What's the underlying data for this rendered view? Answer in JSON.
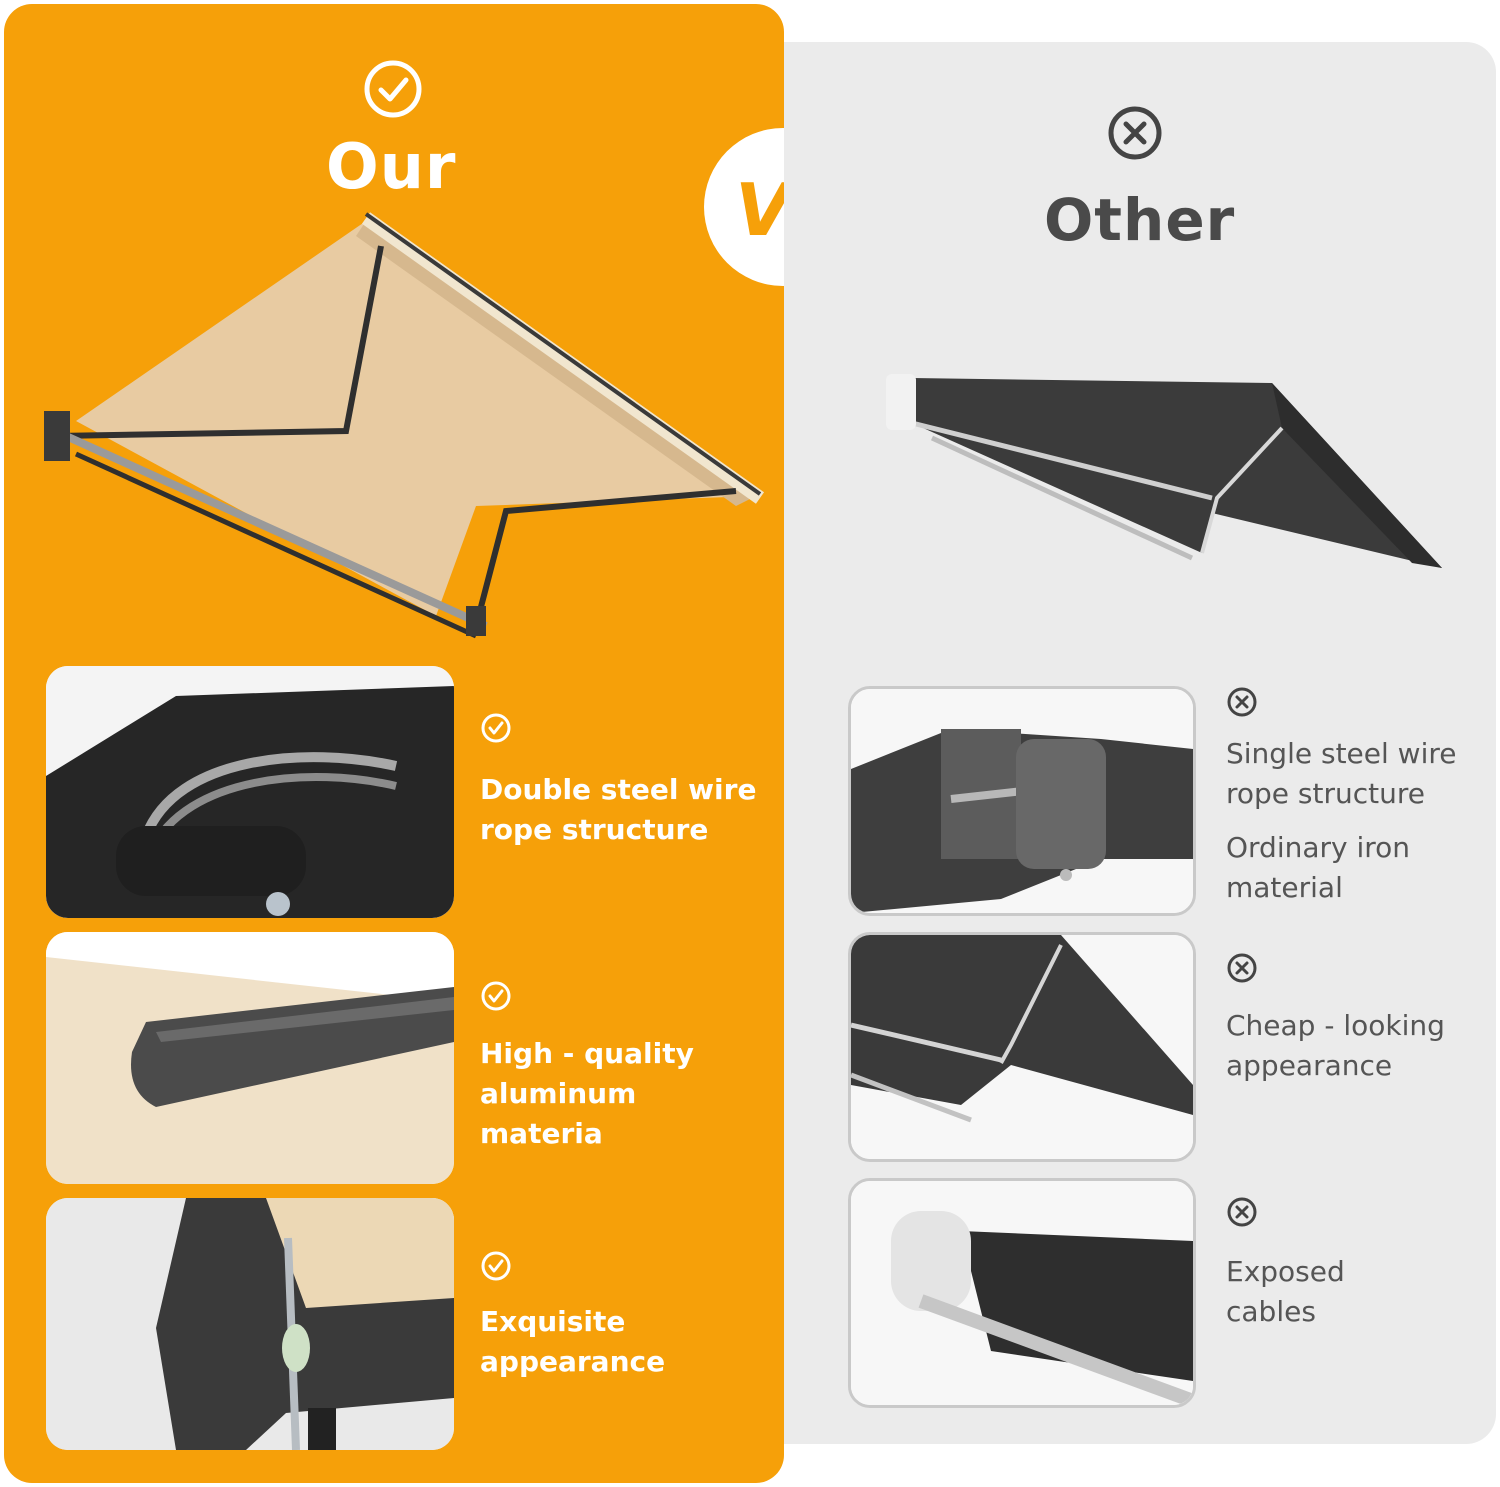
{
  "our": {
    "title": "Our",
    "features": [
      {
        "lines": [
          "Double steel wire",
          "rope structure"
        ]
      },
      {
        "lines": [
          "High - quality",
          "aluminum",
          "materia"
        ]
      },
      {
        "lines": [
          "Exquisite",
          "appearance"
        ]
      }
    ],
    "accent_color": "#f6a009",
    "icon": "check-circle-icon"
  },
  "vs": {
    "label": "VS"
  },
  "other": {
    "title": "Other",
    "features": [
      {
        "lines": [
          "Single steel wire",
          "rope structure"
        ],
        "extra": [
          "Ordinary iron",
          "material"
        ]
      },
      {
        "lines": [
          "Cheap - looking",
          "appearance"
        ]
      },
      {
        "lines": [
          "Exposed",
          "cables"
        ]
      }
    ],
    "background_color": "#ebebeb",
    "icon": "x-circle-icon"
  }
}
